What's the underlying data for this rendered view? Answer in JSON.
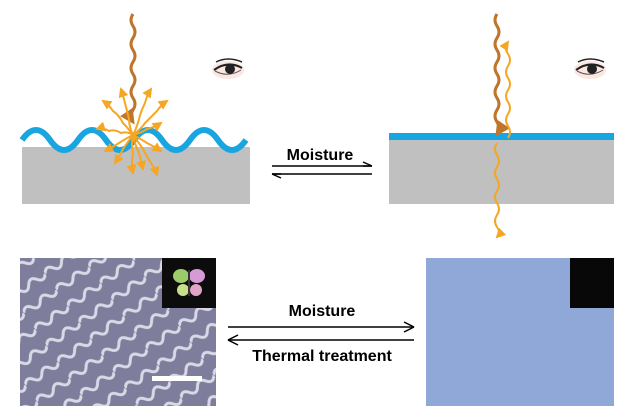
{
  "labels": {
    "top_arrow": "Moisture",
    "bottom_forward": "Moisture",
    "bottom_reverse": "Thermal treatment"
  },
  "panels": {
    "top_left": {
      "state": "wrinkled surface",
      "light": "scattered",
      "icon": "eye-icon"
    },
    "top_right": {
      "state": "flat surface",
      "light": "reflected and transmitted",
      "icon": "eye-icon"
    },
    "bottom_left": {
      "content": "wrinkle pattern micrograph",
      "inset": "butterfly-image",
      "scale_bar": true
    },
    "bottom_right": {
      "content": "smooth surface micrograph",
      "inset": "dark-square"
    }
  },
  "colors": {
    "coating": "#19A6E0",
    "substrate": "#C0C0C0",
    "incident_light": "#C0762A",
    "scattered_light": "#F5A623",
    "micrograph_left": "#8A8AA6",
    "micrograph_right": "#8FA8D8"
  }
}
